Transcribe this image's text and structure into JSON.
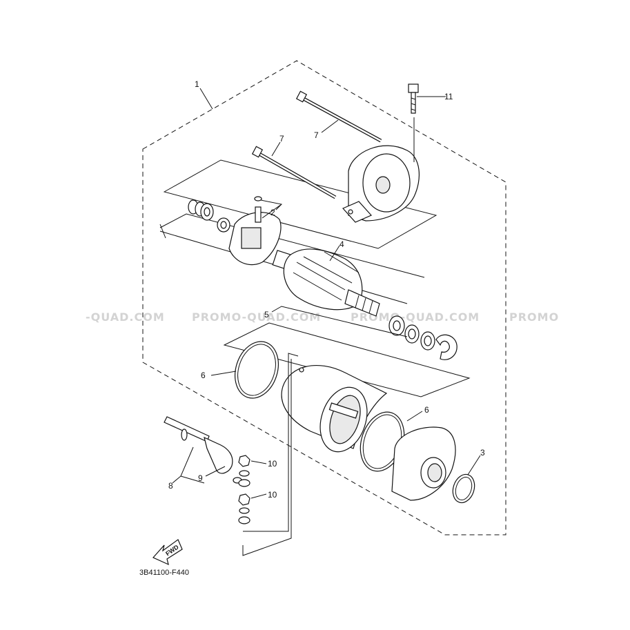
{
  "diagram": {
    "drawing_code": "3B41100-F440",
    "fwd_label": "FWD",
    "watermarks": [
      "-QUAD.COM",
      "PROMO-QUAD.COM",
      "PROMO-QUAD.COM",
      "PROMO"
    ],
    "callouts": {
      "c1": "1",
      "c2": "2",
      "c3": "3",
      "c4": "4",
      "c5": "5",
      "c6a": "6",
      "c6b": "6",
      "c7a": "7",
      "c7b": "7",
      "c8": "8",
      "c9": "9",
      "c10a": "10",
      "c10b": "10",
      "c11": "11"
    }
  }
}
